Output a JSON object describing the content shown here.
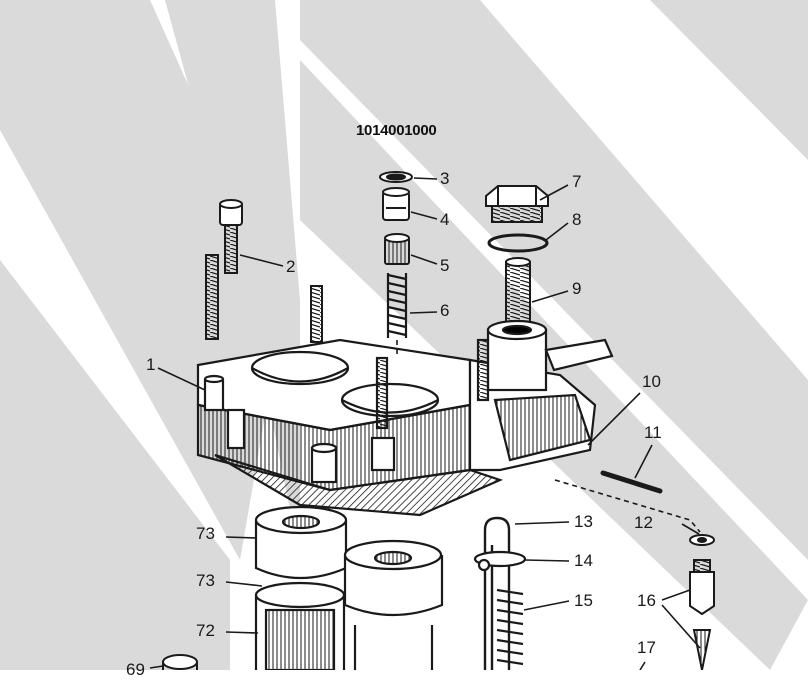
{
  "diagram": {
    "part_number": "1014001000",
    "callouts": [
      {
        "id": "c1",
        "label": "1"
      },
      {
        "id": "c2",
        "label": "2"
      },
      {
        "id": "c3",
        "label": "3"
      },
      {
        "id": "c4",
        "label": "4"
      },
      {
        "id": "c5",
        "label": "5"
      },
      {
        "id": "c6",
        "label": "6"
      },
      {
        "id": "c7",
        "label": "7"
      },
      {
        "id": "c8",
        "label": "8"
      },
      {
        "id": "c9",
        "label": "9"
      },
      {
        "id": "c10",
        "label": "10"
      },
      {
        "id": "c11",
        "label": "11"
      },
      {
        "id": "c12",
        "label": "12"
      },
      {
        "id": "c13",
        "label": "13"
      },
      {
        "id": "c14",
        "label": "14"
      },
      {
        "id": "c15",
        "label": "15"
      },
      {
        "id": "c16",
        "label": "16"
      },
      {
        "id": "c17",
        "label": "17"
      },
      {
        "id": "c73a",
        "label": "73"
      },
      {
        "id": "c73b",
        "label": "73"
      },
      {
        "id": "c72",
        "label": "72"
      },
      {
        "id": "c69",
        "label": "69"
      }
    ]
  },
  "colors": {
    "ink": "#1a1a1a",
    "watermark": "#d9d9d9",
    "paper": "#ffffff"
  }
}
